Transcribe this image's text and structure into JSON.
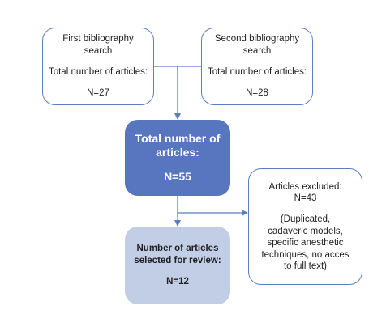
{
  "diagram": {
    "colors": {
      "line": "#5b7ec0",
      "dark_box": "#5876bf",
      "light_box": "#c2cde6",
      "outline": "#5b7ec0"
    },
    "box_first": {
      "title_1": "First bibliography",
      "title_2": "search",
      "label": "Total number of articles:",
      "value": "N=27"
    },
    "box_second": {
      "title_1": "Second bibliography",
      "title_2": "search",
      "label": "Total number of articles:",
      "value": "N=28"
    },
    "box_total": {
      "label_1": "Total number of",
      "label_2": "articles:",
      "value": "N=55"
    },
    "box_excluded": {
      "label": "Articles excluded:",
      "value": "N=43",
      "reason_1": "(Duplicated,",
      "reason_2": "cadaveric models,",
      "reason_3": "specific anesthetic",
      "reason_4": "techniques, no acces",
      "reason_5": "to full text)"
    },
    "box_selected": {
      "label_1": "Number of articles",
      "label_2": "selected for review:",
      "value": "N=12"
    }
  }
}
